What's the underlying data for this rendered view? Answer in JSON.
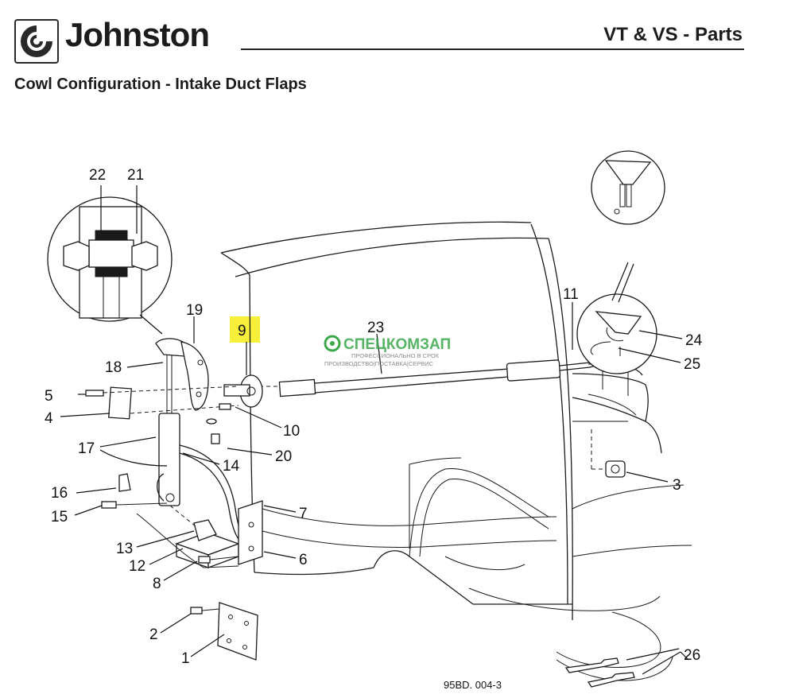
{
  "header": {
    "brand": "Johnston",
    "doc_title": "VT & VS - Parts",
    "section_title": "Cowl Configuration - Intake Duct Flaps",
    "logo_icon": "johnston-swirl-logo",
    "rule_color": "#222222"
  },
  "callouts": [
    "1",
    "2",
    "3",
    "4",
    "5",
    "6",
    "7",
    "8",
    "9",
    "10",
    "11",
    "12",
    "13",
    "14",
    "15",
    "16",
    "17",
    "18",
    "19",
    "20",
    "21",
    "22",
    "23",
    "24",
    "25",
    "26"
  ],
  "highlight": {
    "callout": "9",
    "color": "#f7ef3a"
  },
  "drawing_ref": "95BD. 004-3",
  "watermark": {
    "title": "СПЕЦКОМЗАП",
    "line1": "ПРОФЕССИОНАЛЬНО В СРОК",
    "line2": "ПРОИЗВОДСТВО|ПОСТАВКА|СЕРВИС",
    "color": "#3aa84a"
  }
}
